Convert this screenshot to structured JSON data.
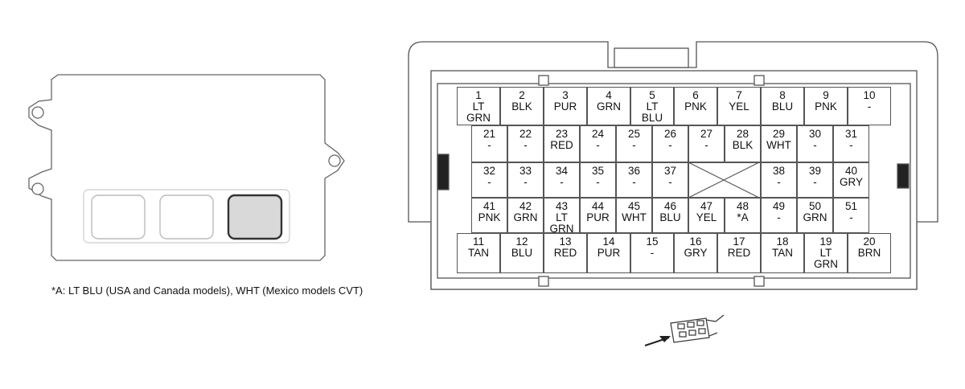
{
  "note": "*A: LT BLU (USA and Canada models), WHT (Mexico models CVT)",
  "row1": [
    {
      "num": "1",
      "label": "LT\nGRN"
    },
    {
      "num": "2",
      "label": "BLK"
    },
    {
      "num": "3",
      "label": "PUR"
    },
    {
      "num": "4",
      "label": "GRN"
    },
    {
      "num": "5",
      "label": "LT\nBLU"
    },
    {
      "num": "6",
      "label": "PNK"
    },
    {
      "num": "7",
      "label": "YEL"
    },
    {
      "num": "8",
      "label": "BLU"
    },
    {
      "num": "9",
      "label": "PNK"
    },
    {
      "num": "10",
      "label": "-"
    }
  ],
  "row2": [
    {
      "num": "21",
      "label": "-"
    },
    {
      "num": "22",
      "label": "-"
    },
    {
      "num": "23",
      "label": "RED"
    },
    {
      "num": "24",
      "label": "-"
    },
    {
      "num": "25",
      "label": "-"
    },
    {
      "num": "26",
      "label": "-"
    },
    {
      "num": "27",
      "label": "-"
    },
    {
      "num": "28",
      "label": "BLK"
    },
    {
      "num": "29",
      "label": "WHT"
    },
    {
      "num": "30",
      "label": "-"
    },
    {
      "num": "31",
      "label": "-"
    }
  ],
  "row3": [
    {
      "num": "32",
      "label": "-"
    },
    {
      "num": "33",
      "label": "-"
    },
    {
      "num": "34",
      "label": "-"
    },
    {
      "num": "35",
      "label": "-"
    },
    {
      "num": "36",
      "label": "-"
    },
    {
      "num": "37",
      "label": "-"
    },
    {
      "num": "",
      "label": ""
    },
    {
      "num": "38",
      "label": "-"
    },
    {
      "num": "39",
      "label": "-"
    },
    {
      "num": "40",
      "label": "GRY"
    }
  ],
  "row4": [
    {
      "num": "41",
      "label": "PNK"
    },
    {
      "num": "42",
      "label": "GRN"
    },
    {
      "num": "43",
      "label": "LT\nGRN"
    },
    {
      "num": "44",
      "label": "PUR"
    },
    {
      "num": "45",
      "label": "WHT"
    },
    {
      "num": "46",
      "label": "BLU"
    },
    {
      "num": "47",
      "label": "YEL"
    },
    {
      "num": "48",
      "label": "*A"
    },
    {
      "num": "49",
      "label": "-"
    },
    {
      "num": "50",
      "label": "GRN"
    },
    {
      "num": "51",
      "label": "-"
    }
  ],
  "row5": [
    {
      "num": "11",
      "label": "TAN"
    },
    {
      "num": "12",
      "label": "BLU"
    },
    {
      "num": "13",
      "label": "RED"
    },
    {
      "num": "14",
      "label": "PUR"
    },
    {
      "num": "15",
      "label": "-"
    },
    {
      "num": "16",
      "label": "GRY"
    },
    {
      "num": "17",
      "label": "RED"
    },
    {
      "num": "18",
      "label": "TAN"
    },
    {
      "num": "19",
      "label": "LT\nGRN"
    },
    {
      "num": "20",
      "label": "BRN"
    }
  ],
  "colors": {
    "outline": "#555555",
    "highlight_fill": "#d9d9d9",
    "light_outline": "#bbbbbb"
  }
}
